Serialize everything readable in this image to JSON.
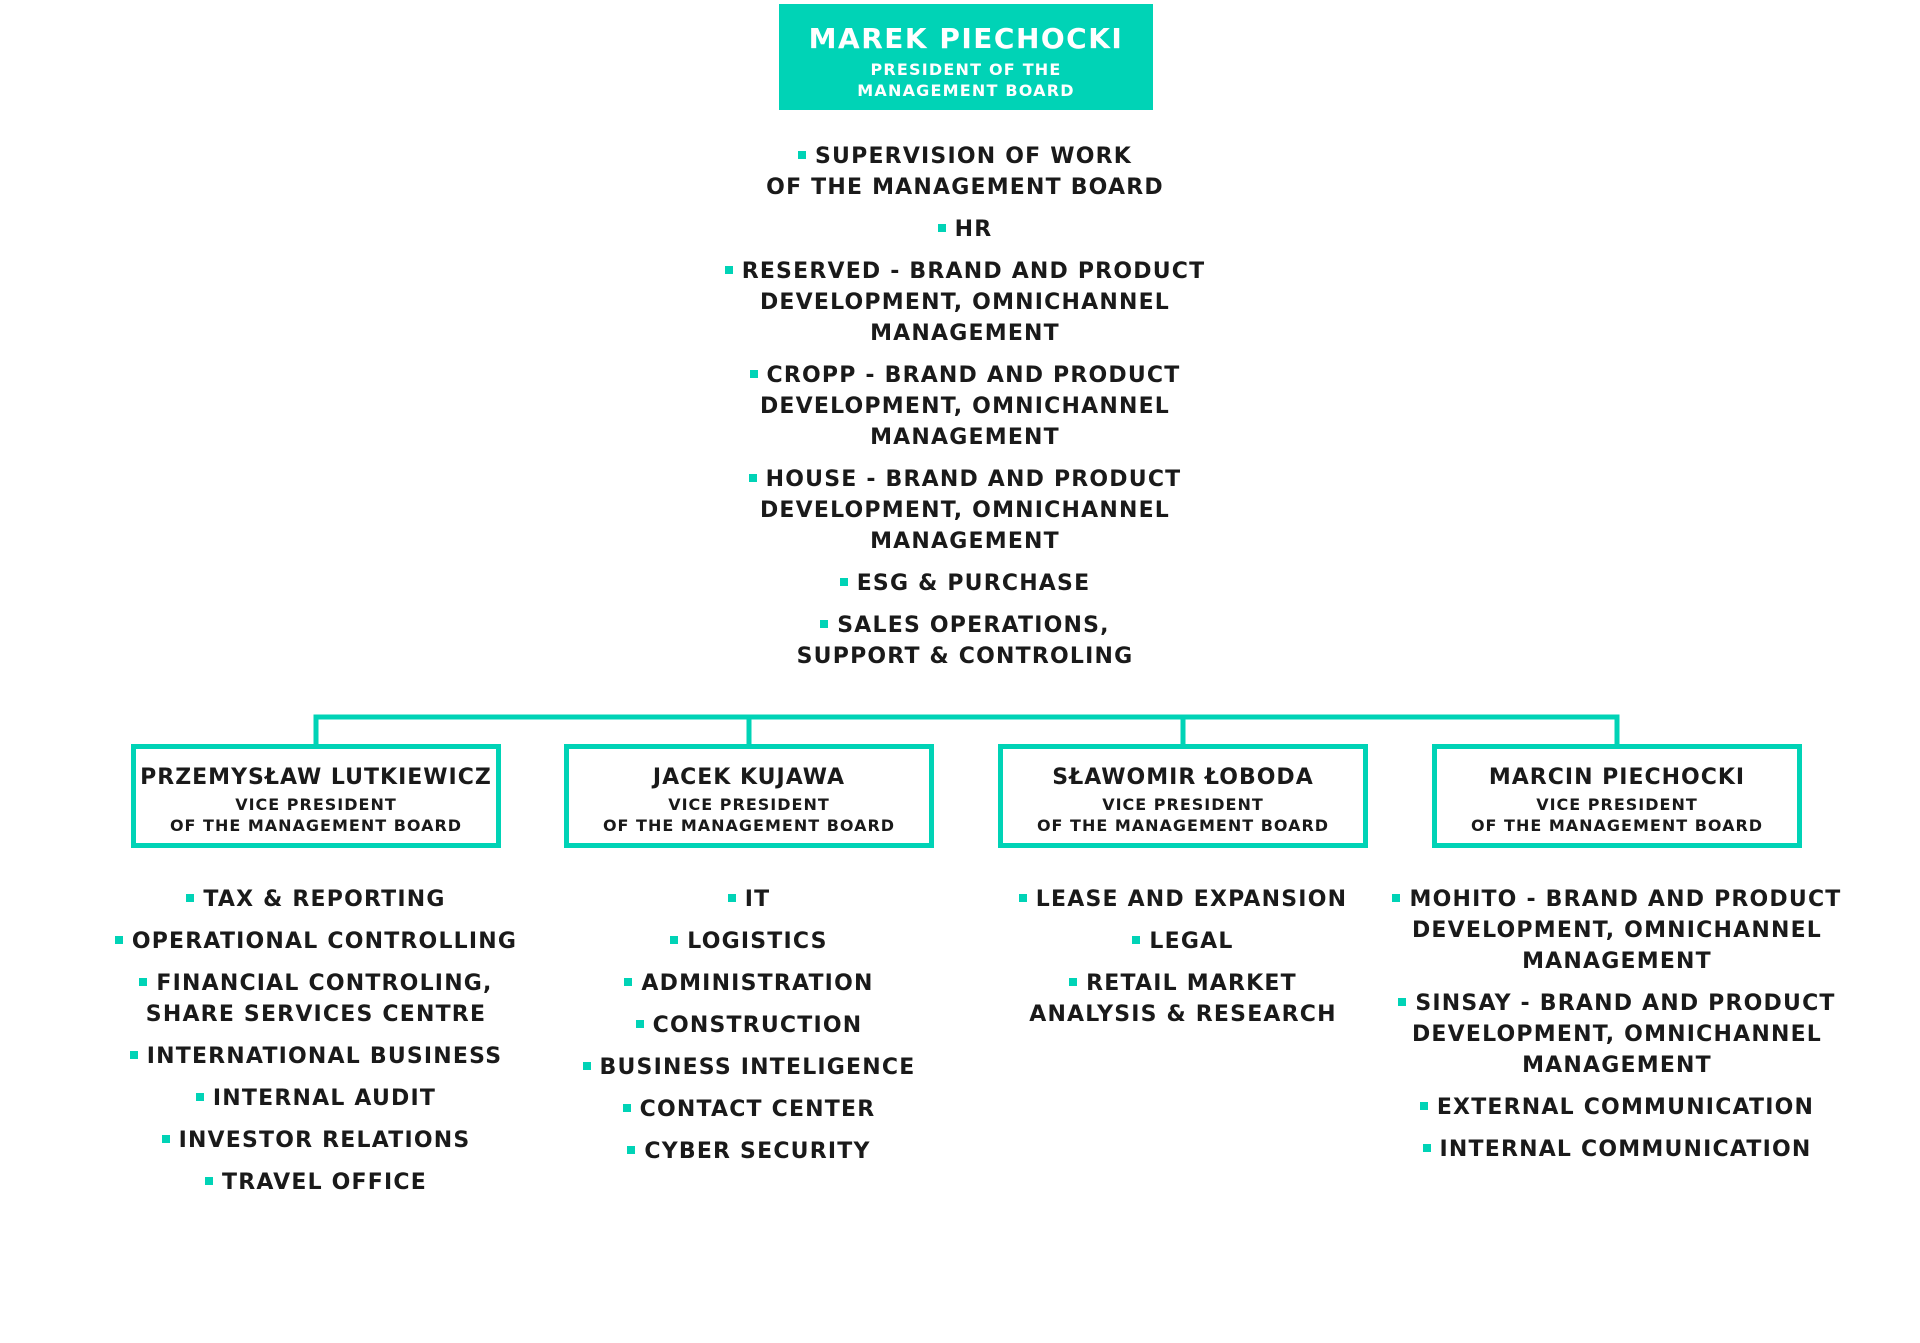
{
  "president": {
    "name": "MAREK PIECHOCKI",
    "role_line1": "PRESIDENT OF THE",
    "role_line2": "MANAGEMENT BOARD",
    "duties": [
      [
        "SUPERVISION OF WORK",
        "OF THE MANAGEMENT BOARD"
      ],
      [
        "HR"
      ],
      [
        "RESERVED - BRAND AND PRODUCT",
        "DEVELOPMENT, OMNICHANNEL",
        "MANAGEMENT"
      ],
      [
        "CROPP - BRAND AND PRODUCT",
        "DEVELOPMENT, OMNICHANNEL",
        "MANAGEMENT"
      ],
      [
        "HOUSE - BRAND AND PRODUCT",
        "DEVELOPMENT, OMNICHANNEL",
        "MANAGEMENT"
      ],
      [
        "ESG & PURCHASE"
      ],
      [
        "SALES OPERATIONS,",
        "SUPPORT & CONTROLING"
      ]
    ]
  },
  "vice_presidents": [
    {
      "name": "PRZEMYSŁAW LUTKIEWICZ",
      "role_line1": "VICE PRESIDENT",
      "role_line2": "OF THE MANAGEMENT BOARD",
      "duties": [
        [
          "TAX & REPORTING"
        ],
        [
          "OPERATIONAL CONTROLLING"
        ],
        [
          "FINANCIAL CONTROLING,",
          "SHARE SERVICES CENTRE"
        ],
        [
          "INTERNATIONAL BUSINESS"
        ],
        [
          "INTERNAL AUDIT"
        ],
        [
          "INVESTOR RELATIONS"
        ],
        [
          "TRAVEL OFFICE"
        ]
      ]
    },
    {
      "name": "JACEK KUJAWA",
      "role_line1": "VICE PRESIDENT",
      "role_line2": "OF THE MANAGEMENT BOARD",
      "duties": [
        [
          "IT"
        ],
        [
          "LOGISTICS"
        ],
        [
          "ADMINISTRATION"
        ],
        [
          "CONSTRUCTION"
        ],
        [
          "BUSINESS INTELIGENCE"
        ],
        [
          "CONTACT CENTER"
        ],
        [
          "CYBER SECURITY"
        ]
      ]
    },
    {
      "name": "SŁAWOMIR ŁOBODA",
      "role_line1": "VICE PRESIDENT",
      "role_line2": "OF THE MANAGEMENT BOARD",
      "duties": [
        [
          "LEASE AND EXPANSION"
        ],
        [
          "LEGAL"
        ],
        [
          "RETAIL MARKET",
          "ANALYSIS & RESEARCH"
        ]
      ]
    },
    {
      "name": "MARCIN PIECHOCKI",
      "role_line1": "VICE PRESIDENT",
      "role_line2": "OF THE MANAGEMENT BOARD",
      "duties": [
        [
          "MOHITO - BRAND AND PRODUCT",
          "DEVELOPMENT, OMNICHANNEL",
          "MANAGEMENT"
        ],
        [
          "SINSAY - BRAND AND PRODUCT",
          "DEVELOPMENT, OMNICHANNEL",
          "MANAGEMENT"
        ],
        [
          "EXTERNAL COMMUNICATION"
        ],
        [
          "INTERNAL COMMUNICATION"
        ]
      ]
    }
  ],
  "colors": {
    "accent": "#00d3b6",
    "text": "#1a1a1a"
  }
}
